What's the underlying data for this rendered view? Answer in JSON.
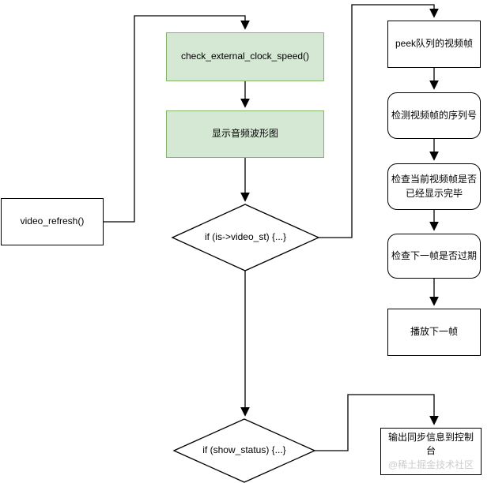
{
  "diagram": {
    "nodes": {
      "check_external_clock_speed": {
        "label": "check_external_clock_speed()"
      },
      "show_audio_waveform": {
        "label": "显示音频波形图"
      },
      "video_refresh": {
        "label": "video_refresh()"
      },
      "if_video_st": {
        "label": "if (is->video_st) {...}"
      },
      "if_show_status": {
        "label": "if (show_status) {...}"
      },
      "peek_queue_frame": {
        "label": "peek队列的视频帧"
      },
      "check_frame_serial": {
        "label": "检测视频帧的序列号"
      },
      "check_current_frame_done": {
        "label": "检查当前视频帧是否已经显示完毕"
      },
      "check_next_frame_expired": {
        "label": "检查下一帧是否过期"
      },
      "play_next_frame": {
        "label": "播放下一帧"
      },
      "output_sync_info": {
        "label": "输出同步信息到控制台"
      }
    },
    "watermark": "@稀土掘金技术社区",
    "colors": {
      "process_fill": "#d5e8d4",
      "process_border": "#82b366",
      "node_fill": "#ffffff",
      "node_border": "#000000",
      "connector": "#000000",
      "watermark_text": "#cccccc"
    }
  }
}
